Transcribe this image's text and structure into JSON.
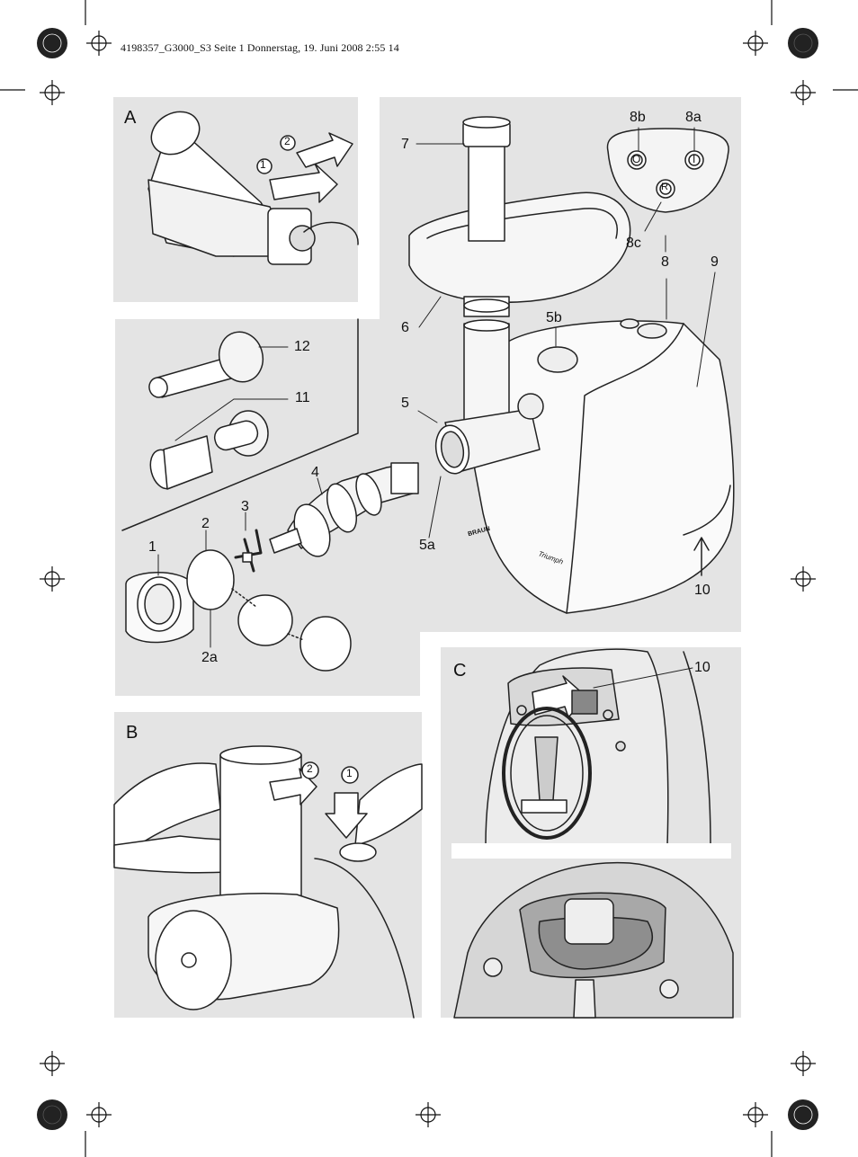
{
  "header": {
    "slug": "4198357_G3000_S3  Seite 1  Donnerstag, 19. Juni 2008  2:55 14"
  },
  "panels": {
    "a": "A",
    "b": "B",
    "c": "C"
  },
  "callouts": {
    "n1": "1",
    "n2": "2",
    "n2a": "2a",
    "n3": "3",
    "n4": "4",
    "n5": "5",
    "n5a": "5a",
    "n5b": "5b",
    "n6": "6",
    "n7": "7",
    "n8": "8",
    "n8a": "8a",
    "n8b": "8b",
    "n8c": "8c",
    "n9": "9",
    "n10": "10",
    "n11": "11",
    "n12": "12",
    "n10c": "10"
  },
  "device_markings": {
    "brand": "BRAUN",
    "model": "Triumph",
    "btn_off": "O",
    "btn_on": "I",
    "btn_reverse": "R",
    "step1": "1",
    "step2": "2"
  }
}
